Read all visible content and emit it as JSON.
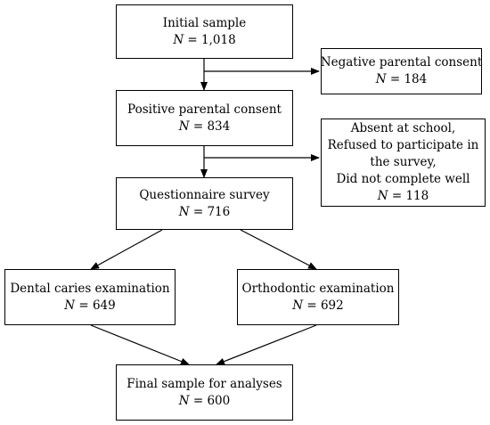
{
  "boxes": {
    "initial": {
      "title": "Initial sample",
      "n_var": "N",
      "n_value": "= 1,018"
    },
    "negative": {
      "title": "Negative parental consent",
      "n_var": "N",
      "n_value": "= 184"
    },
    "positive": {
      "title": "Positive parental consent",
      "n_var": "N",
      "n_value": "= 834"
    },
    "excluded": {
      "lines": [
        "Absent at school,",
        "Refused to participate in",
        "the survey,",
        "Did not complete well"
      ],
      "n_var": "N",
      "n_value": "= 118"
    },
    "questionnaire": {
      "title": "Questionnaire survey",
      "n_var": "N",
      "n_value": "= 716"
    },
    "dental": {
      "title": "Dental caries examination",
      "n_var": "N",
      "n_value": "= 649"
    },
    "orthodontic": {
      "title": "Orthodontic examination",
      "n_var": "N",
      "n_value": "= 692"
    },
    "final": {
      "title": "Final sample for analyses",
      "n_var": "N",
      "n_value": "= 600"
    }
  }
}
